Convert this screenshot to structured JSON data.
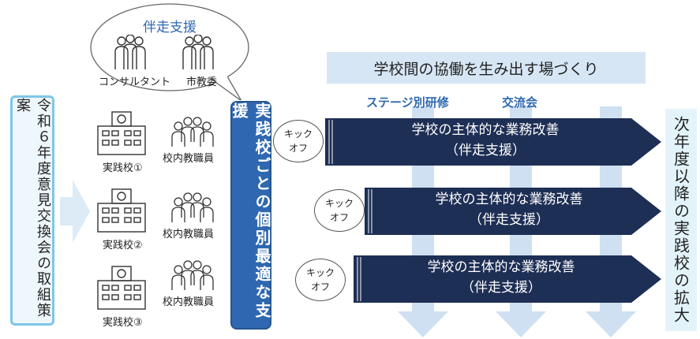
{
  "left_panel": {
    "text": "令和６年度意見交換会の取組策案"
  },
  "support_bubble": {
    "title": "伴走支援",
    "consultant": "コンサルタント",
    "city_board": "市教委"
  },
  "schools": [
    {
      "name": "実践校①",
      "staff": "校内教職員"
    },
    {
      "name": "実践校②",
      "staff": "校内教職員"
    },
    {
      "name": "実践校③",
      "staff": "校内教職員"
    }
  ],
  "center_box": {
    "text": "実践校ごとの個別最適な支援"
  },
  "top_band": {
    "text": "学校間の協働を生み出す場づくり"
  },
  "columns": {
    "stage_training": "ステージ別研修",
    "exchange": "交流会"
  },
  "kickoff": {
    "line1": "キック",
    "line2": "オフ"
  },
  "arrows": [
    {
      "line1": "学校の主体的な業務改善",
      "line2": "（伴走支援）"
    },
    {
      "line1": "学校の主体的な業務改善",
      "line2": "（伴走支援）"
    },
    {
      "line1": "学校の主体的な業務改善",
      "line2": "（伴走支援）"
    }
  ],
  "right_panel": {
    "text": "次年度以降の実践校の拡大"
  },
  "colors": {
    "navy": "#1e2f55",
    "blue": "#2f68b0",
    "light_blue": "#7fc6e8",
    "pale": "#c9ddf0"
  }
}
